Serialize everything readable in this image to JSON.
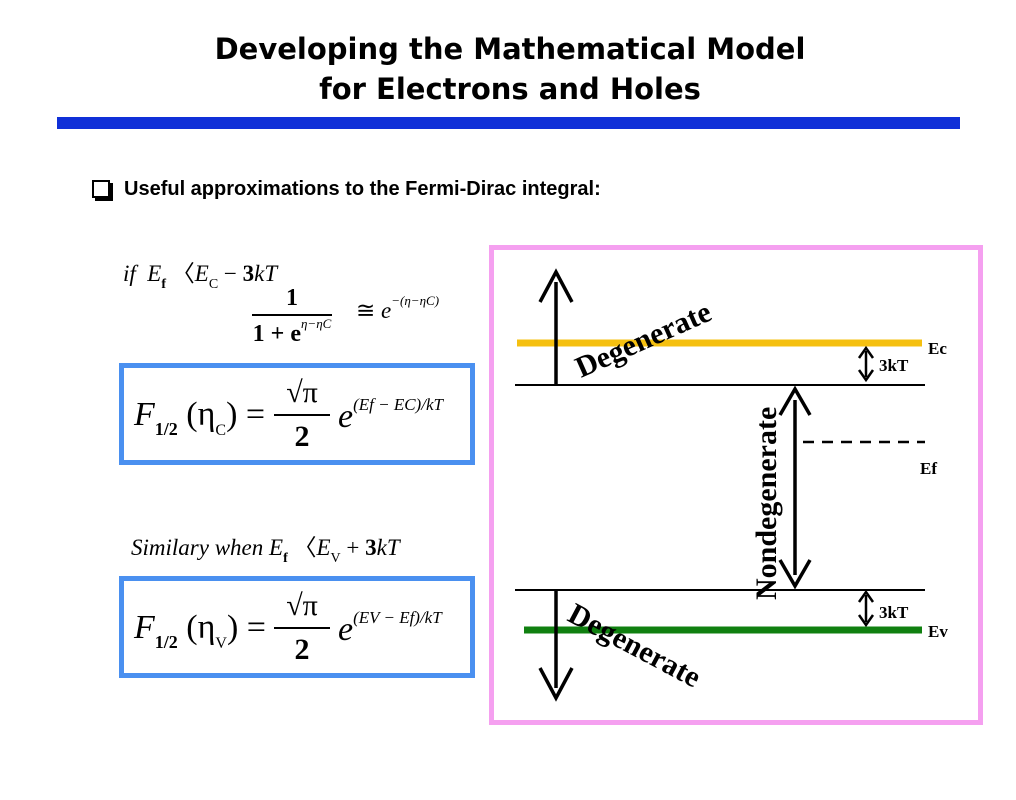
{
  "slide": {
    "title_line1": "Developing the Mathematical Model",
    "title_line2": "for Electrons and Holes",
    "bullet": "Useful approximations to the Fermi-Dirac integral:",
    "colors": {
      "title_bar": "#1030d8",
      "equation_box_border": "#4a90f0",
      "diagram_frame_border": "#f5a0f0",
      "conduction_band_line": "#f5c010",
      "valence_band_line": "#108010"
    }
  },
  "math": {
    "cond1": {
      "if": "if",
      "E": "E",
      "f": "f",
      "rel": "〈",
      "EC": "E",
      "C": "C",
      "minus": "−",
      "three": "3",
      "kT": "kT"
    },
    "approx": {
      "one": "1",
      "den_prefix": "1 + e",
      "den_exp": "η−ηC",
      "approx_sym": "≅",
      "e": "e",
      "rhs_exp": "−(η−ηC)"
    },
    "eq1": {
      "F": "F",
      "sub": "1/2",
      "arg": "(η",
      "arg_sub": "C",
      "close": ")",
      "eq": "=",
      "sqrt": "√π",
      "two": "2",
      "e": "e",
      "exp": "(Ef − EC)/kT"
    },
    "cond2": {
      "text": "Similary when",
      "E": "E",
      "f": "f",
      "rel": "〈",
      "EV": "E",
      "V": "V",
      "plus": "+",
      "three": "3",
      "kT": "kT"
    },
    "eq2": {
      "F": "F",
      "sub": "1/2",
      "arg": "(η",
      "arg_sub": "V",
      "close": ")",
      "eq": "=",
      "sqrt": "√π",
      "two": "2",
      "e": "e",
      "exp": "(EV − Ef)/kT"
    }
  },
  "diagram": {
    "labels": {
      "ec": "Ec",
      "ef": "Ef",
      "ev": "Ev",
      "three_kt_top": "3kT",
      "three_kt_bottom": "3kT",
      "degenerate_top": "Degenerate",
      "degenerate_bottom": "Degenerate",
      "nondegenerate": "Nondegenerate"
    }
  }
}
